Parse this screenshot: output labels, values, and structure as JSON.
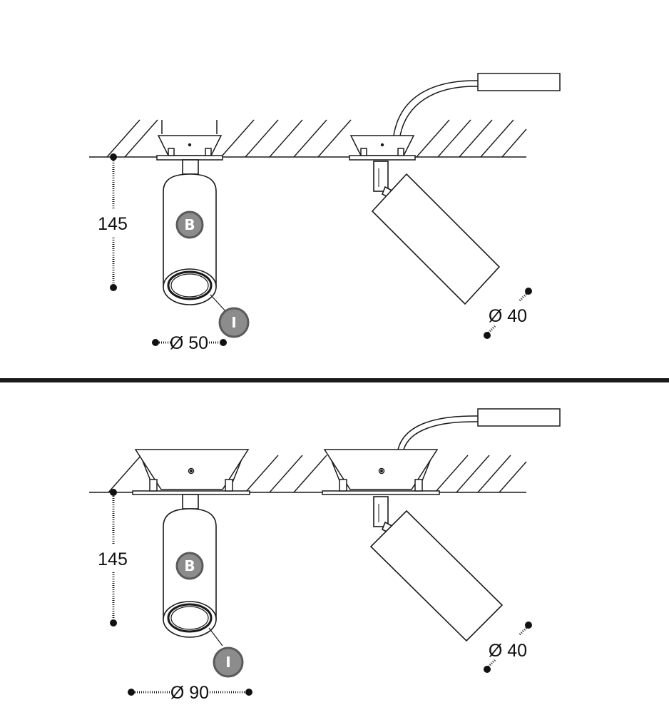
{
  "colors": {
    "line": "#1a1a1a",
    "badge_fill": "#8c8c8c",
    "badge_stroke": "#5a5a5a",
    "dimension_dots": "#111111"
  },
  "top_panel": {
    "height_label": "145",
    "diameter_left_label": "Ø 50",
    "diameter_right_label": "Ø 40",
    "badge_b": "B",
    "badge_i": "I"
  },
  "bottom_panel": {
    "height_label": "145",
    "diameter_left_label": "Ø 90",
    "diameter_right_label": "Ø 40",
    "badge_b": "B",
    "badge_i": "I"
  },
  "icons": {
    "fixture_straight": "cylinder-spotlight-icon",
    "fixture_tilted": "tilted-spotlight-icon",
    "driver": "driver-box-icon",
    "ceiling": "ceiling-hatch-icon"
  }
}
